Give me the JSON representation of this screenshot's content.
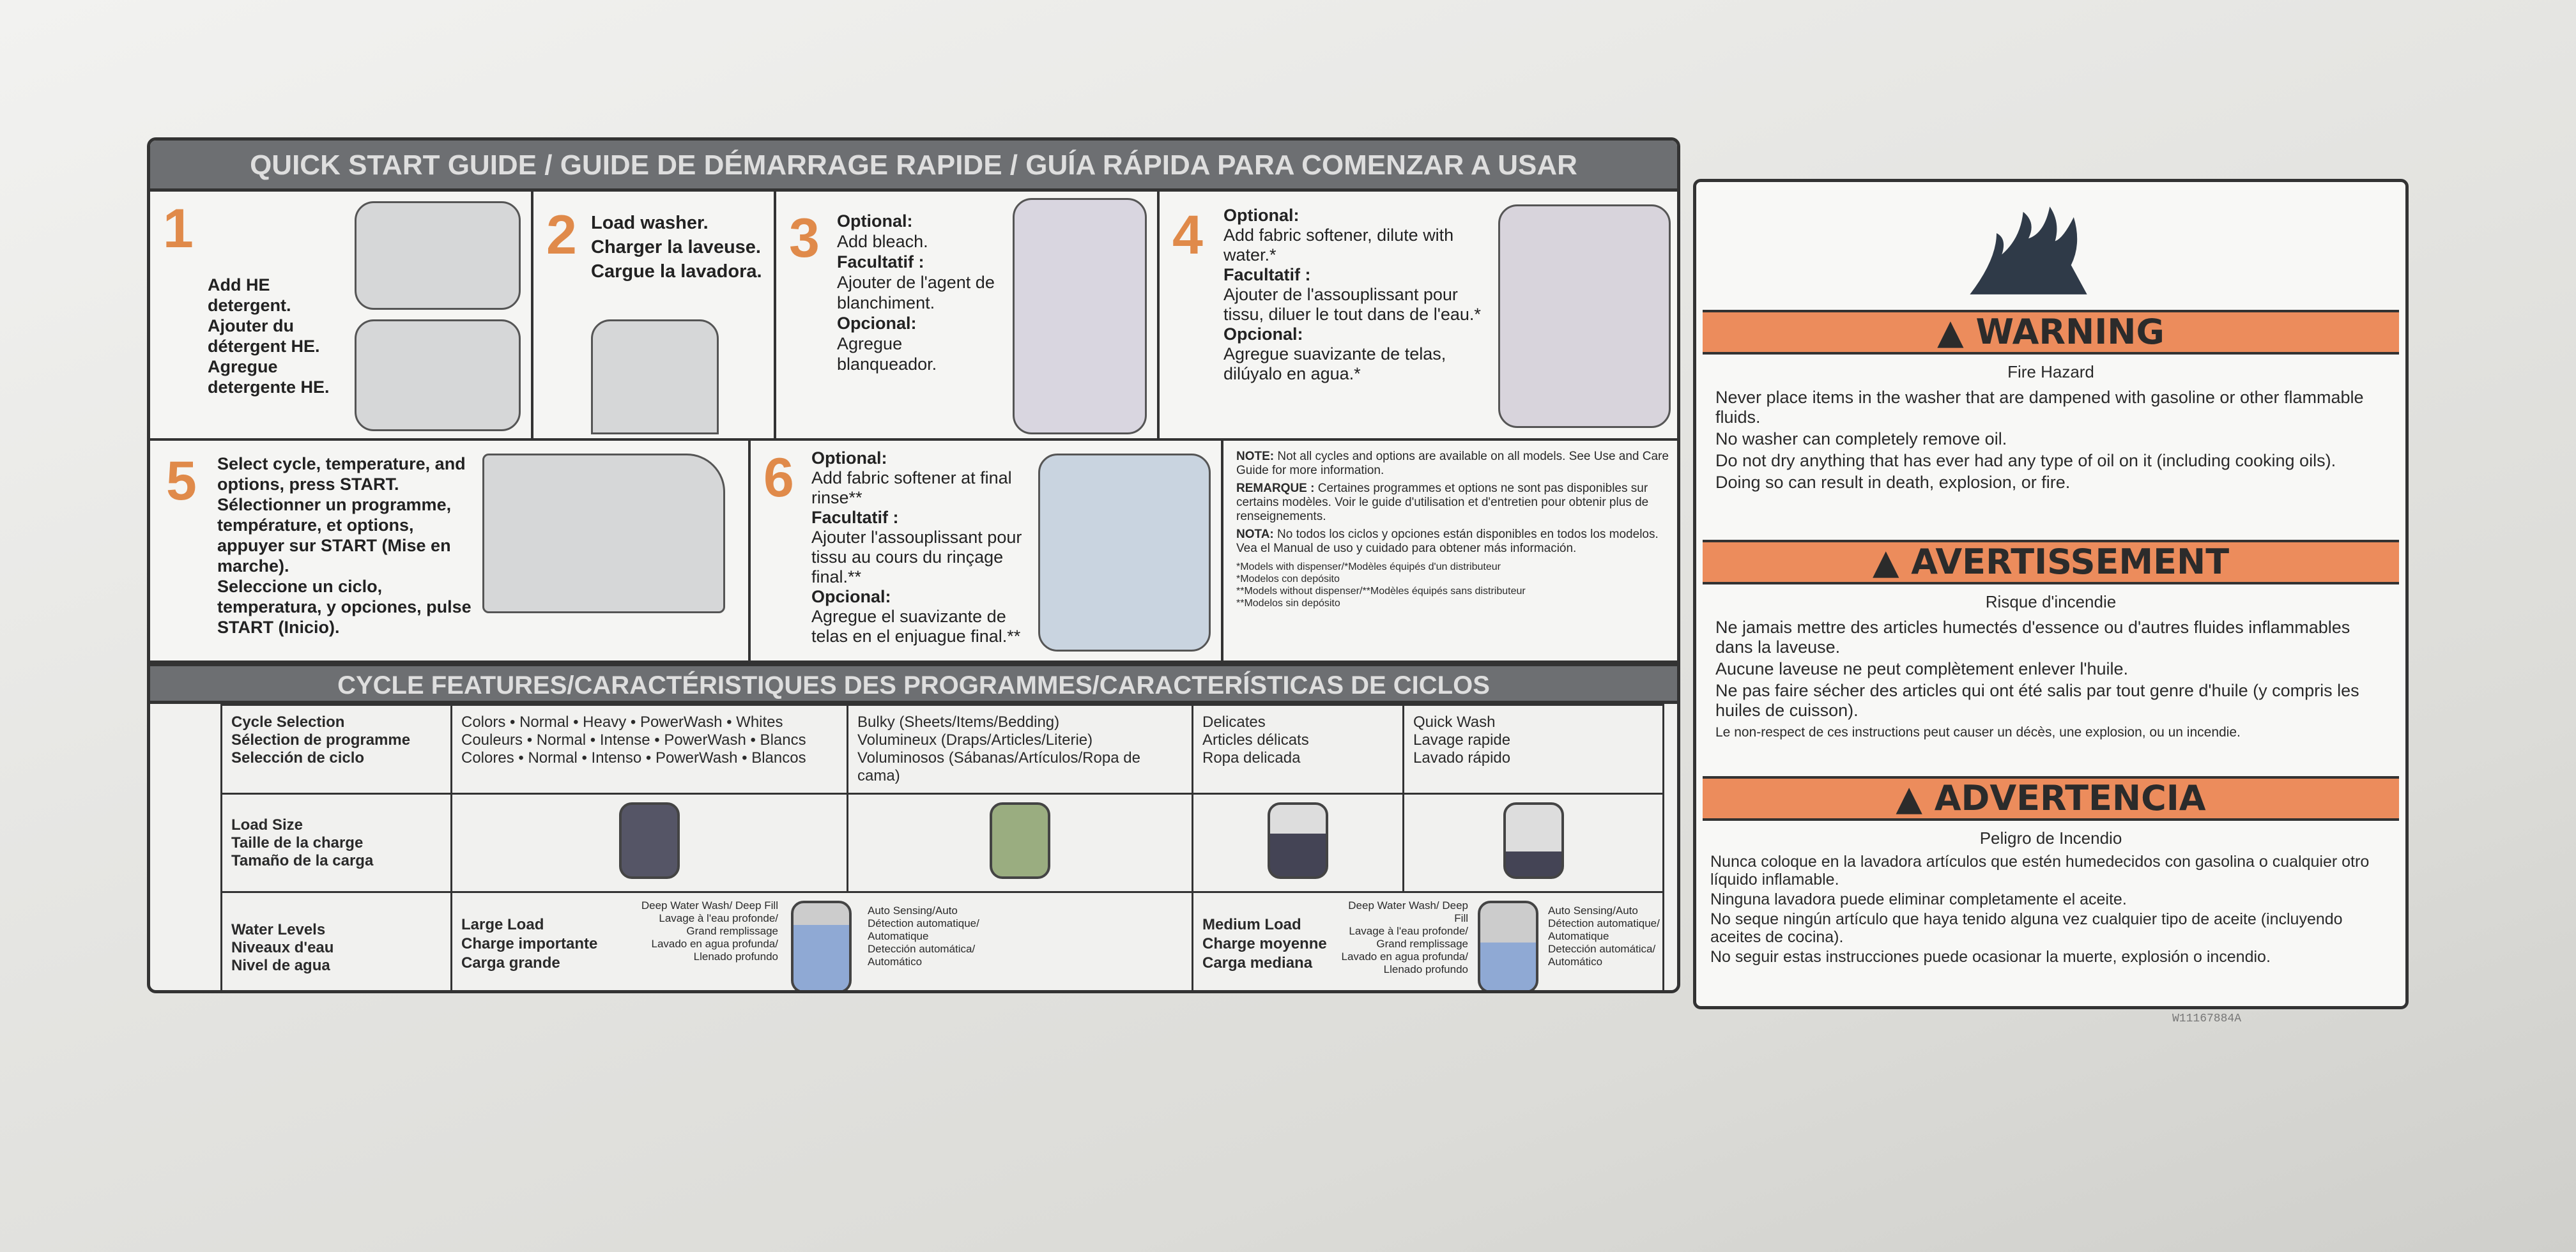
{
  "quick_start": {
    "title": "QUICK START GUIDE / GUIDE DE DÉMARRAGE RAPIDE / GUÍA RÁPIDA PARA COMENZAR A USAR",
    "steps": [
      {
        "num": "1",
        "lines": [
          "Add HE detergent.",
          "Ajouter du détergent HE.",
          "Agregue detergente HE."
        ]
      },
      {
        "num": "2",
        "lines": [
          "Load washer.",
          "Charger la laveuse.",
          "Cargue la lavadora."
        ]
      },
      {
        "num": "3",
        "en_h": "Optional:",
        "en": "Add bleach.",
        "fr_h": "Facultatif :",
        "fr": "Ajouter de l'agent de blanchiment.",
        "es_h": "Opcional:",
        "es": "Agregue blanqueador."
      },
      {
        "num": "4",
        "en_h": "Optional:",
        "en": "Add fabric softener, dilute with water.*",
        "fr_h": "Facultatif :",
        "fr": "Ajouter de l'assouplissant pour tissu, diluer le tout dans de l'eau.*",
        "es_h": "Opcional:",
        "es": "Agregue suavizante de telas, dilúyalo en agua.*"
      },
      {
        "num": "5",
        "lines": [
          "Select cycle, temperature, and options, press START.",
          "Sélectionner un programme, température, et options, appuyer sur START (Mise en marche).",
          "Seleccione un ciclo, temperatura, y opciones, pulse START (Inicio)."
        ]
      },
      {
        "num": "6",
        "en_h": "Optional:",
        "en": "Add fabric softener at final rinse**",
        "fr_h": "Facultatif :",
        "fr": "Ajouter l'assouplissant pour tissu au cours du rinçage final.**",
        "es_h": "Opcional:",
        "es": "Agregue el suavizante de telas en el enjuague final.**"
      }
    ],
    "note": {
      "en_h": "NOTE:",
      "en": "Not all cycles and options are available on all models. See Use and Care Guide for more information.",
      "fr_h": "REMARQUE :",
      "fr": "Certaines programmes et options ne sont pas disponibles sur certains modèles. Voir le guide d'utilisation et d'entretien pour obtenir plus de renseignements.",
      "es_h": "NOTA:",
      "es": "No todos los ciclos y opciones están disponibles en todos los modelos. Vea el Manual de uso y cuidado para obtener más información.",
      "foot": [
        "*Models with dispenser/*Modèles équipés d'un distributeur",
        "*Modelos con depósito",
        "**Models without dispenser/**Modèles équipés sans distributeur",
        "**Modelos sin depósito"
      ]
    }
  },
  "cycle_features": {
    "title": "CYCLE FEATURES/CARACTÉRISTIQUES DES PROGRAMMES/CARACTERÍSTICAS DE CICLOS",
    "row_labels": [
      [
        "Cycle Selection",
        "Sélection de programme",
        "Selección de ciclo"
      ],
      [
        "Load Size",
        "Taille de la charge",
        "Tamaño de la carga"
      ],
      [
        "Water Levels",
        "Niveaux d'eau",
        "Nivel de agua"
      ]
    ],
    "cycles": [
      [
        "Colors • Normal • Heavy • PowerWash • Whites",
        "Couleurs • Normal • Intense • PowerWash • Blancs",
        "Colores • Normal • Intenso • PowerWash • Blancos"
      ],
      [
        "Bulky (Sheets/Items/Bedding)",
        "Volumineux (Draps/Articles/Literie)",
        "Voluminosos (Sábanas/Artículos/Ropa de cama)"
      ],
      [
        "Delicates",
        "Articles délicats",
        "Ropa delicada"
      ],
      [
        "Quick Wash",
        "Lavage rapide",
        "Lavado rápido"
      ]
    ],
    "water": [
      {
        "load": [
          "Large Load",
          "Charge importante",
          "Carga grande"
        ]
      },
      {
        "load": [
          "Medium Load",
          "Charge moyenne",
          "Carga mediana"
        ]
      }
    ],
    "deep": [
      "Deep Water Wash/ Deep Fill",
      "Lavage à l'eau profonde/ Grand remplissage",
      "Lavado en agua profunda/ Llenado profundo"
    ],
    "auto": [
      "Auto Sensing/Auto",
      "Détection automatique/ Automatique",
      "Detección automática/ Automático"
    ]
  },
  "warnings": [
    {
      "title": "WARNING",
      "sub": "Fire Hazard",
      "lines": [
        "Never place items in the washer that are dampened with gasoline or other flammable fluids.",
        "No washer can completely remove oil.",
        "Do not dry anything that has ever had any type of oil on it (including cooking oils).",
        "Doing so can result in death, explosion, or fire."
      ]
    },
    {
      "title": "AVERTISSEMENT",
      "sub": "Risque d'incendie",
      "lines": [
        "Ne jamais mettre des articles humectés d'essence ou d'autres fluides inflammables dans la laveuse.",
        "Aucune laveuse ne peut complètement enlever l'huile.",
        "Ne pas faire sécher des articles qui ont été salis par tout genre d'huile (y compris les huiles de cuisson).",
        "Le non-respect de ces instructions peut causer un décès, une explosion, ou un incendie."
      ]
    },
    {
      "title": "ADVERTENCIA",
      "sub": "Peligro de Incendio",
      "lines": [
        "Nunca coloque en la lavadora artículos que estén humedecidos con gasolina o cualquier otro líquido inflamable.",
        "Ninguna lavadora puede eliminar completamente el aceite.",
        "No seque ningún artículo que haya tenido alguna vez cualquier tipo de aceite (incluyendo aceites de cocina).",
        "No seguir estas instrucciones puede ocasionar la muerte, explosión o incendio."
      ]
    }
  ],
  "part_number": "W11167884A",
  "colors": {
    "accent": "#e08a4a",
    "warning_bar": "#ec8c5c",
    "header": "#6d6f72"
  }
}
